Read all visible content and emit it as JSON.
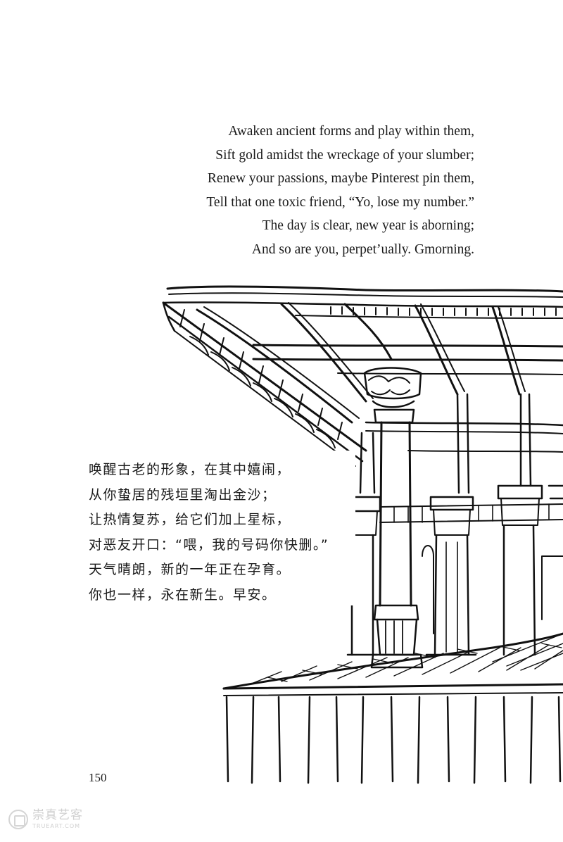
{
  "poem_english": [
    "Awaken ancient forms and play within them,",
    "Sift gold amidst the wreckage of your slumber;",
    "Renew your passions, maybe Pinterest pin them,",
    "Tell that one toxic friend, “Yo, lose my number.”",
    "The day is clear, new year is aborning;",
    "And so are you, perpet’ually. Gmorning."
  ],
  "poem_chinese": [
    "唤醒古老的形象，在其中嬉闹，",
    "从你蛰居的残垣里淘出金沙；",
    "让热情复苏，给它们加上星标，",
    "对恶友开口：“喂，我的号码你快删。”",
    "天气晴朗，新的一年正在孕育。",
    "你也一样，永在新生。早安。"
  ],
  "page_number": "150",
  "watermark": {
    "chinese": "崇真艺客",
    "english": "TRUEART.COM",
    "icon": "trueart-logo-icon"
  },
  "illustration": {
    "description_icon": "theatre-stage-sketch-icon"
  }
}
